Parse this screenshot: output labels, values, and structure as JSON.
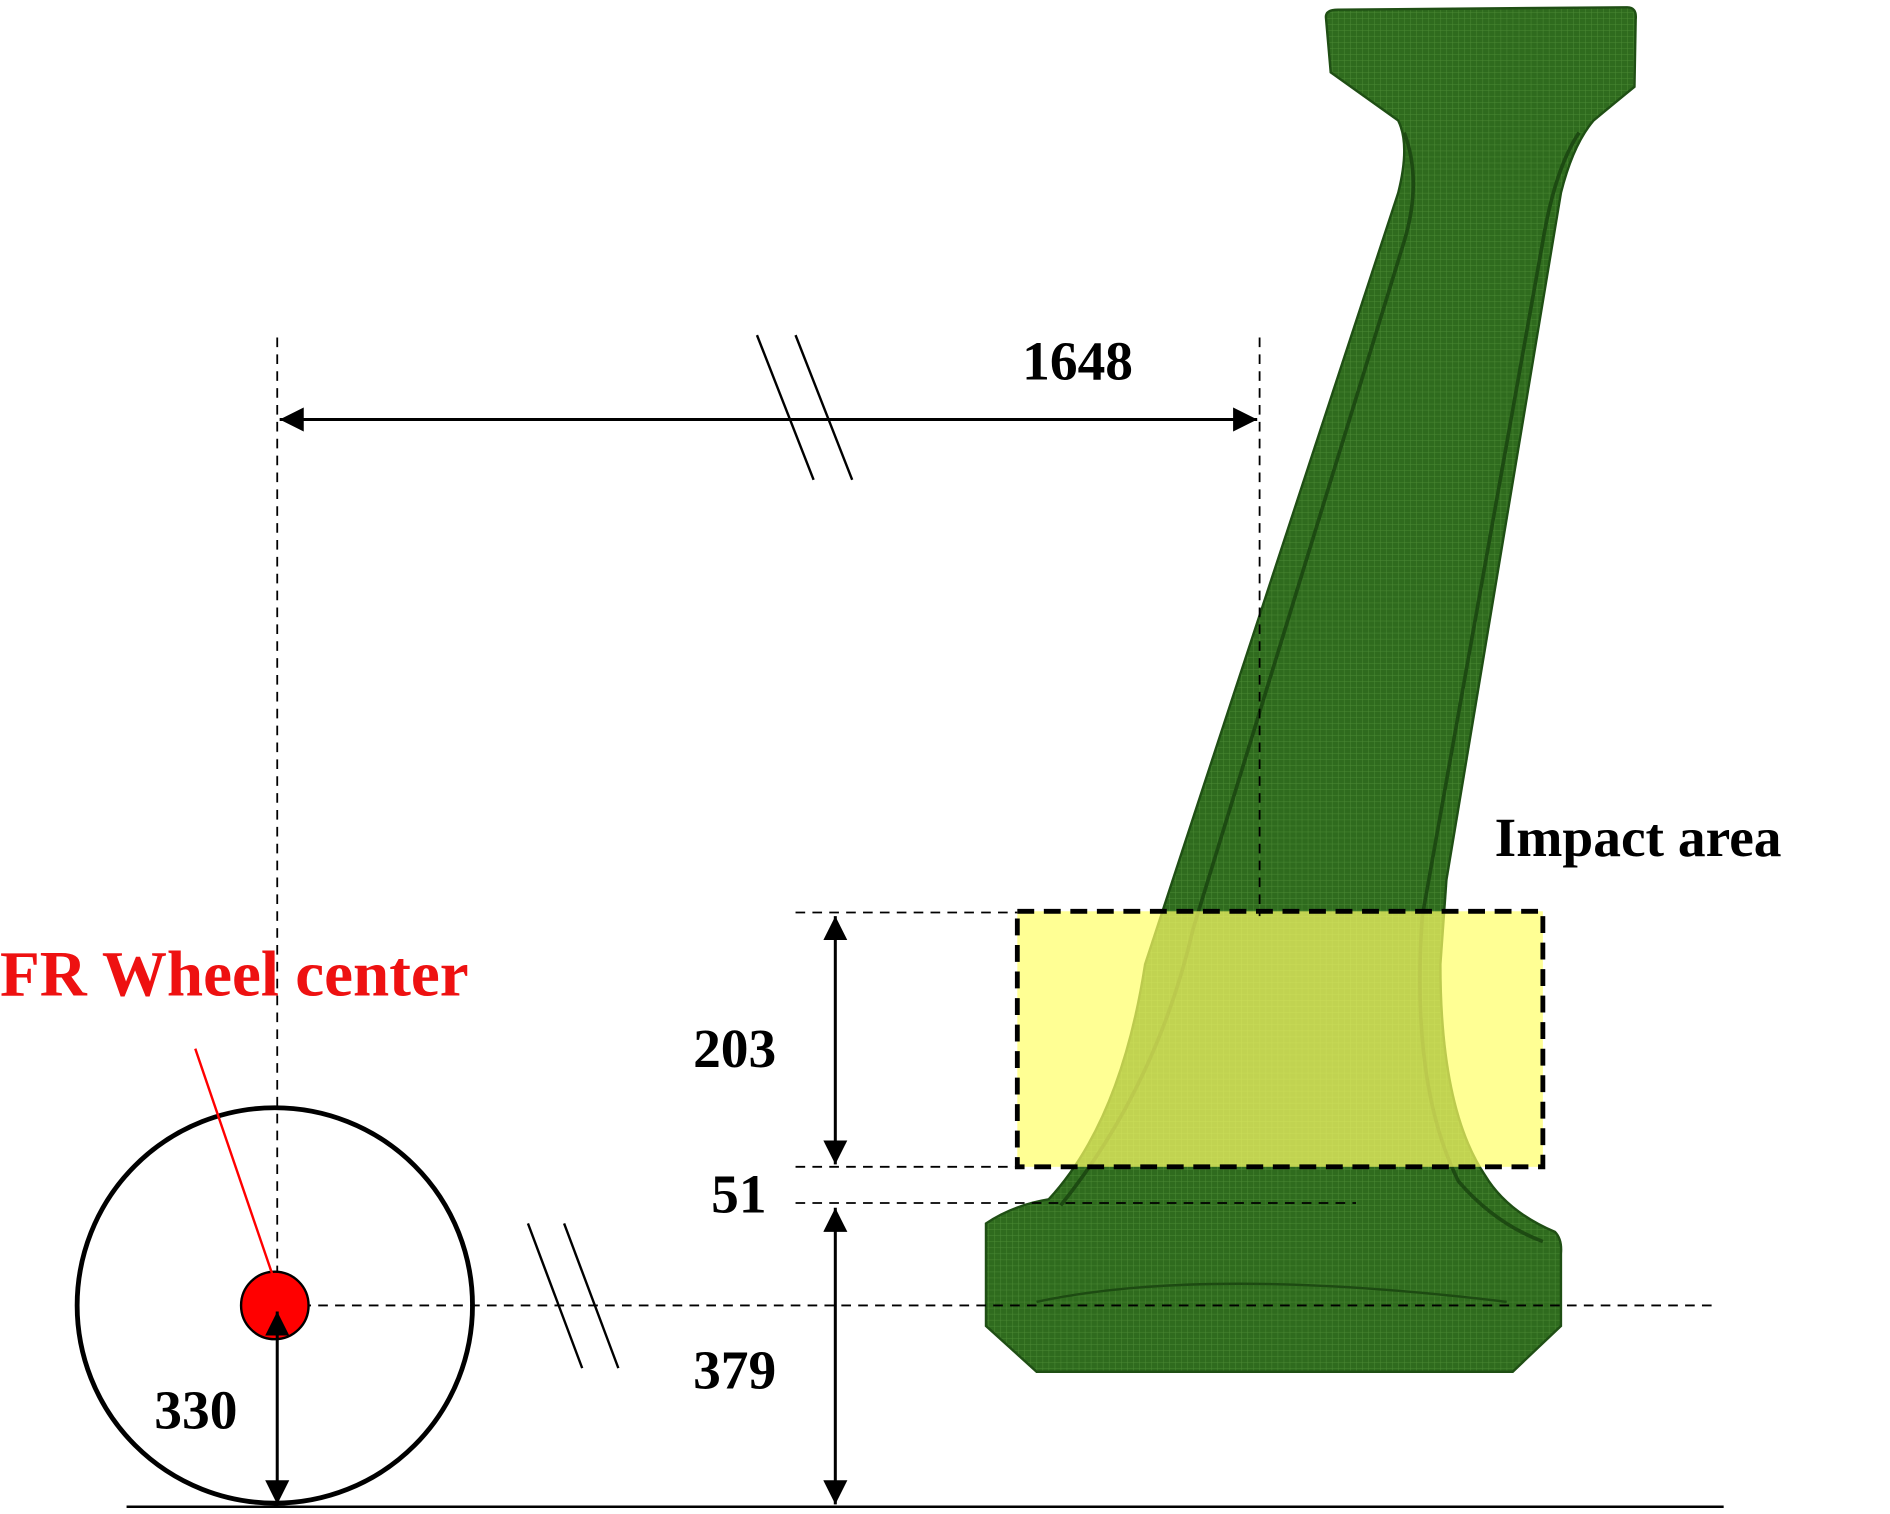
{
  "labels": {
    "horizontal_distance": "1648",
    "impact_area": "Impact area",
    "wheel_center": "FR Wheel center",
    "impact_height": "203",
    "gap_height": "51",
    "lower_height": "379",
    "wheel_radius": "330"
  },
  "colors": {
    "pillar": "#2f6b1e",
    "impact_fill": "#ffff80",
    "wheel_center": "#ff0000",
    "label_red": "#ee1111"
  }
}
